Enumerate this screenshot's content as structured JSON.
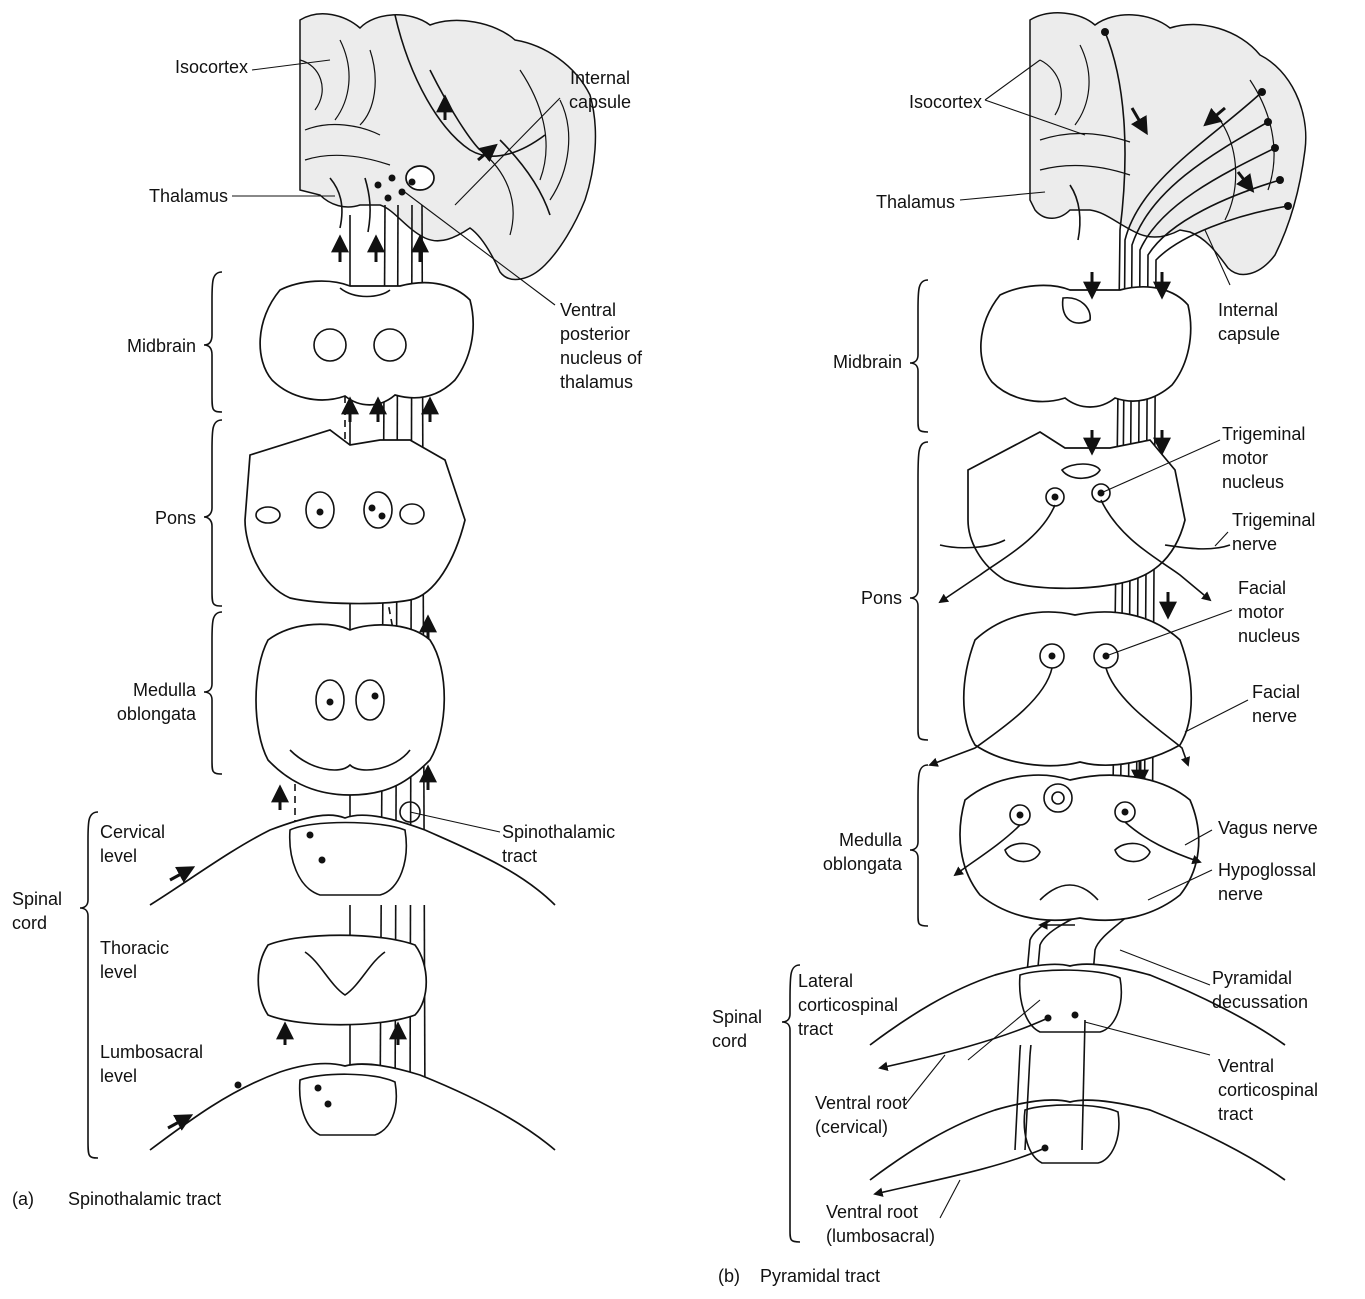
{
  "panel_a": {
    "caption_letter": "(a)",
    "caption_title": "Spinothalamic tract",
    "labels": {
      "isocortex": "Isocortex",
      "internal_capsule_1": "Internal",
      "internal_capsule_2": "capsule",
      "thalamus": "Thalamus",
      "vpn_1": "Ventral",
      "vpn_2": "posterior",
      "vpn_3": "nucleus of",
      "vpn_4": "thalamus",
      "midbrain": "Midbrain",
      "pons": "Pons",
      "medulla_1": "Medulla",
      "medulla_2": "oblongata",
      "cervical_1": "Cervical",
      "cervical_2": "level",
      "spinal_cord_1": "Spinal",
      "spinal_cord_2": "cord",
      "thoracic_1": "Thoracic",
      "thoracic_2": "level",
      "lumbosacral_1": "Lumbosacral",
      "lumbosacral_2": "level",
      "spinothalamic_1": "Spinothalamic",
      "spinothalamic_2": "tract"
    }
  },
  "panel_b": {
    "caption_letter": "(b)",
    "caption_title": "Pyramidal tract",
    "labels": {
      "isocortex": "Isocortex",
      "thalamus": "Thalamus",
      "internal_capsule_1": "Internal",
      "internal_capsule_2": "capsule",
      "midbrain": "Midbrain",
      "trigeminal_motor_1": "Trigeminal",
      "trigeminal_motor_2": "motor",
      "trigeminal_motor_3": "nucleus",
      "trigeminal_nerve_1": "Trigeminal",
      "trigeminal_nerve_2": "nerve",
      "pons": "Pons",
      "facial_motor_1": "Facial",
      "facial_motor_2": "motor",
      "facial_motor_3": "nucleus",
      "facial_nerve_1": "Facial",
      "facial_nerve_2": "nerve",
      "medulla_1": "Medulla",
      "medulla_2": "oblongata",
      "vagus": "Vagus nerve",
      "hypoglossal_1": "Hypoglossal",
      "hypoglossal_2": "nerve",
      "pyramidal_decussation_1": "Pyramidal",
      "pyramidal_decussation_2": "decussation",
      "spinal_cord_1": "Spinal",
      "spinal_cord_2": "cord",
      "lateral_cs_1": "Lateral",
      "lateral_cs_2": "corticospinal",
      "lateral_cs_3": "tract",
      "ventral_cs_1": "Ventral",
      "ventral_cs_2": "corticospinal",
      "ventral_cs_3": "tract",
      "ventral_root_cervical_1": "Ventral root",
      "ventral_root_cervical_2": "(cervical)",
      "ventral_root_lumbosacral_1": "Ventral root",
      "ventral_root_lumbosacral_2": "(lumbosacral)"
    }
  }
}
